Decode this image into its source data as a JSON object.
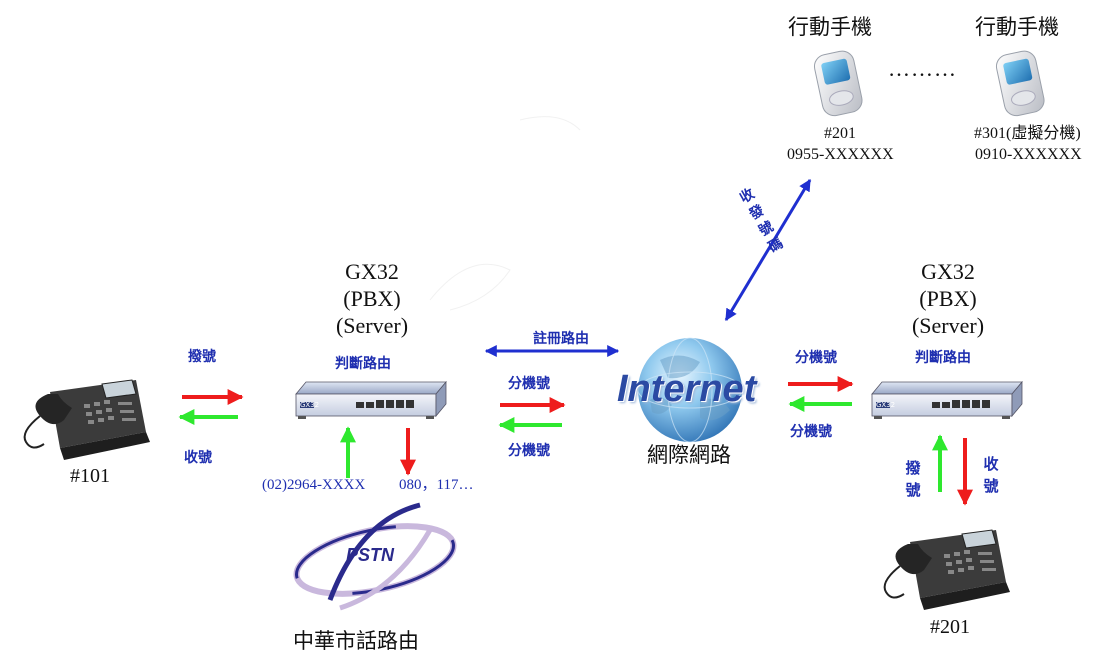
{
  "colors": {
    "arrow_red": "#ee1c1c",
    "arrow_green": "#2ee82e",
    "arrow_blue": "#1f2fd0",
    "label_blue": "#1f2fb0"
  },
  "icons": {
    "desk_phone": "desk-phone-icon",
    "mobile_phone": "mobile-phone-icon",
    "pbx_device": "pbx-device-icon",
    "globe": "globe-icon",
    "pstn_logo": "pstn-logo-icon"
  },
  "left_phone": {
    "label": "#101"
  },
  "right_phone": {
    "label": "#201"
  },
  "left_pbx": {
    "title": "GX32\n(PBX)\n(Server)",
    "route_label": "判斷路由",
    "device_badge": "GX32",
    "out_number": "(02)2964-XXXX",
    "in_number": "080，117…"
  },
  "right_pbx": {
    "title": "GX32\n(PBX)\n(Server)",
    "route_label": "判斷路由",
    "device_badge": "GX32"
  },
  "left_arrows": {
    "dial": "撥號",
    "receive": "收號"
  },
  "center_arrows": {
    "register": "註冊路由",
    "ext_top": "分機號",
    "ext_bottom": "分機號"
  },
  "right_arrows": {
    "ext_top": "分機號",
    "ext_bottom": "分機號"
  },
  "right_vertical": {
    "dial": "撥號",
    "receive": "收號"
  },
  "mobile_link": {
    "label": "收發號碼"
  },
  "internet": {
    "logo_text": "Internet",
    "caption": "網際網路"
  },
  "pstn": {
    "logo_text": "PSTN",
    "caption": "中華市話路由"
  },
  "mobiles": {
    "left": {
      "title": "行動手機",
      "ext": "#201",
      "number": "0955-XXXXXX"
    },
    "right": {
      "title": "行動手機",
      "ext": "#301(虛擬分機)",
      "number": "0910-XXXXXX"
    },
    "ellipsis": "………"
  }
}
